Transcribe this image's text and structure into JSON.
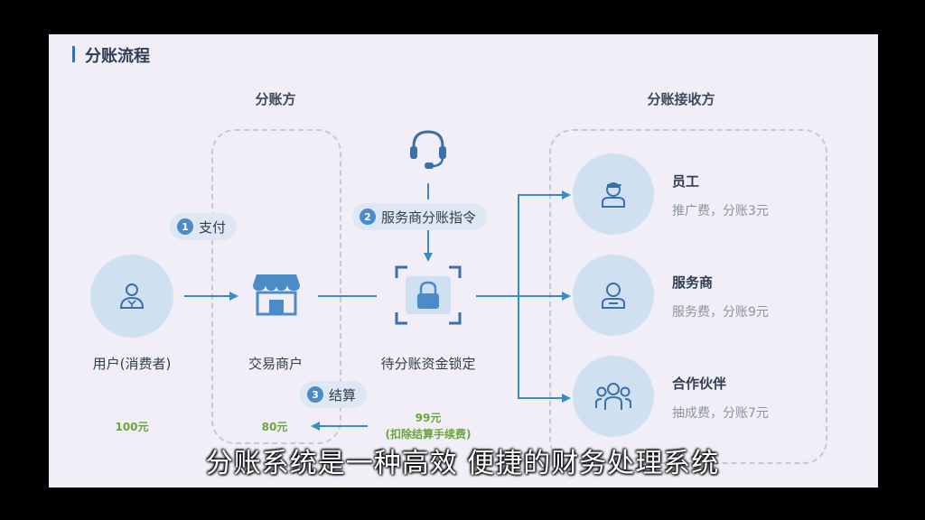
{
  "title": "分账流程",
  "headers": {
    "payer_side": "分账方",
    "receiver_side": "分账接收方"
  },
  "steps": [
    {
      "num": "1",
      "label": "支付"
    },
    {
      "num": "2",
      "label": "服务商分账指令"
    },
    {
      "num": "3",
      "label": "结算"
    }
  ],
  "nodes": {
    "user": "用户(消费者)",
    "merchant": "交易商户",
    "locked": "待分账资金锁定"
  },
  "amounts": {
    "user": "100元",
    "merchant": "80元",
    "locked": "99元",
    "locked_note": "(扣除结算手续费)"
  },
  "receivers": [
    {
      "name": "员工",
      "desc": "推广费，分账3元",
      "icon": "employee-icon"
    },
    {
      "name": "服务商",
      "desc": "服务费，分账9元",
      "icon": "service-person-icon"
    },
    {
      "name": "合作伙伴",
      "desc": "抽成费，分账7元",
      "icon": "partners-icon"
    }
  ],
  "caption": "分账系统是一种高效 便捷的财务处理系统",
  "colors": {
    "accent": "#3a8bc2",
    "circle": "#cfe1f1",
    "amount": "#68a83a",
    "background": "#f1eef8"
  }
}
